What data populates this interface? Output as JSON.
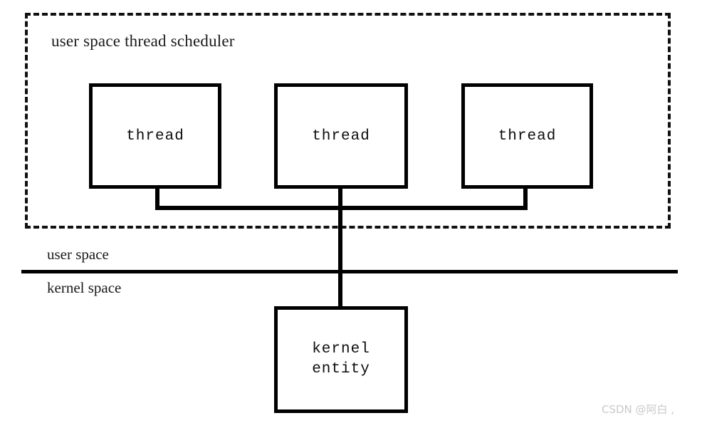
{
  "diagram": {
    "title": "user space thread scheduler",
    "scheduler_region": {
      "label": "user space thread scheduler",
      "border_style": "dashed",
      "border_color": "#111111"
    },
    "threads": [
      {
        "label": "thread"
      },
      {
        "label": "thread"
      },
      {
        "label": "thread"
      }
    ],
    "kernel_entity": {
      "line1": "kernel",
      "line2": "entity"
    },
    "boundary": {
      "upper_label": "user space",
      "lower_label": "kernel space",
      "divider_color": "#000000"
    },
    "colors": {
      "stroke": "#000000",
      "text": "#1a1a1a",
      "background": "#ffffff",
      "watermark": "#c9c9c9"
    }
  },
  "watermark": {
    "text": "CSDN @阿白 ,"
  }
}
